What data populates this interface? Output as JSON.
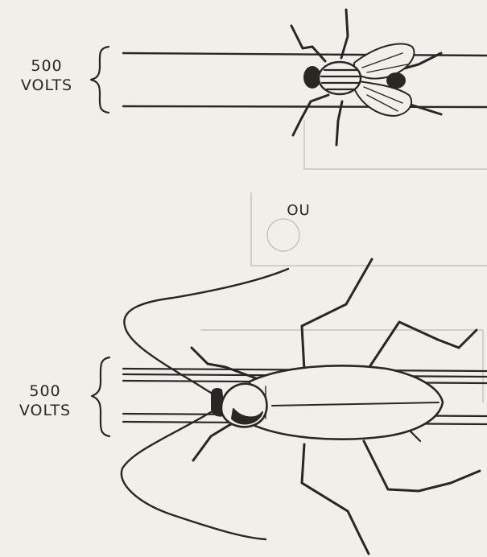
{
  "labels": {
    "top_voltage": {
      "value": "500",
      "unit": "VOLTS"
    },
    "separator": "OU",
    "bottom_voltage": {
      "value": "500",
      "unit": "VOLTS"
    }
  },
  "colors": {
    "ink": "#2a2624",
    "paper": "#f1efea"
  }
}
